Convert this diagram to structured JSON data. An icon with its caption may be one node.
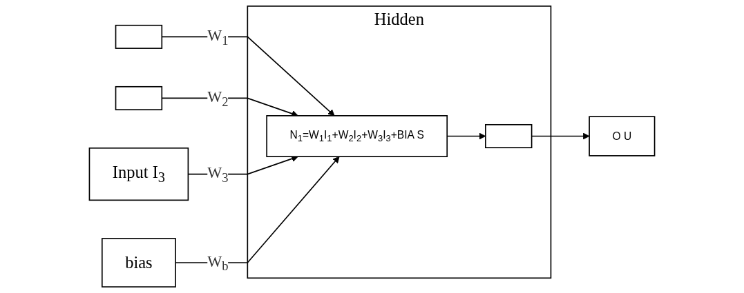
{
  "diagram": {
    "nodes": [
      {
        "text": [],
        "shape": "box"
      },
      {
        "text": [],
        "shape": "box"
      },
      {
        "text": [
          "Input I$_{3}$"
        ]
      },
      {
        "text": [
          "bias"
        ]
      },
      {
        "text": [
          "Hidden"
        ]
      },
      {
        "text": [
          "N$_{1}$=W$_{1}$I$_{1}$+W$_{2}$I$_{2}$+W$_{3}$I$_{3}$+BIA S"
        ],
        "in": 4
      },
      {
        "text": [],
        "shape": "box",
        "in": 4
      },
      {
        "text": [
          "O U"
        ]
      }
    ],
    "edges": [
      {
        "from": 0,
        "to": 5,
        "arrow": "to",
        "label": "W$_{1}$"
      },
      {
        "from": 1,
        "to": 5,
        "arrow": "to",
        "label": "W$_{2}$"
      },
      {
        "from": 2,
        "to": 5,
        "arrow": "to",
        "label": "W$_{3}$"
      },
      {
        "from": 3,
        "to": 5,
        "arrow": "to",
        "label": "W$_{b}$"
      },
      {
        "from": 5,
        "to": 6,
        "arrow": "to"
      },
      {
        "from": 6,
        "to": 7,
        "arrow": "to"
      }
    ]
  }
}
